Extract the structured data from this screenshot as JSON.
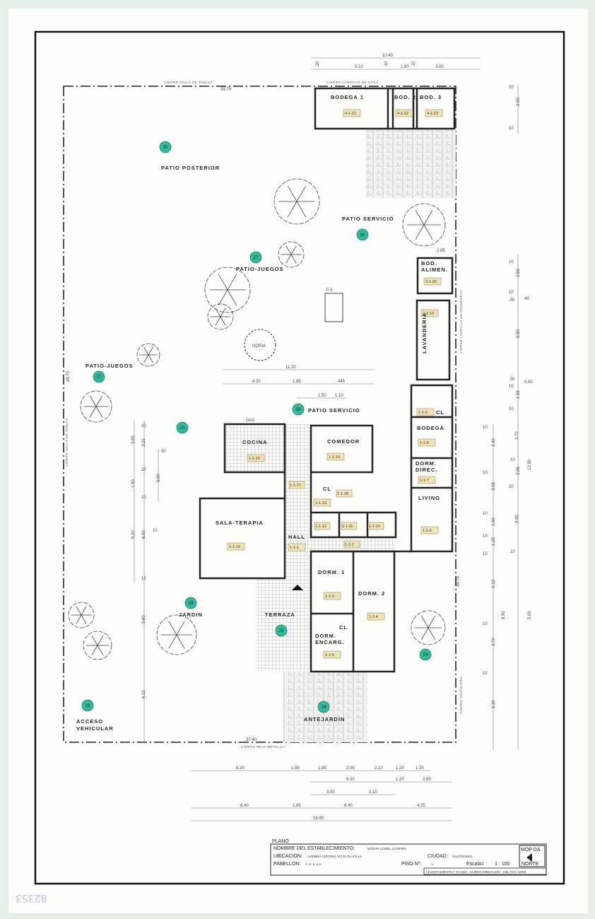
{
  "areas": {
    "patio_posterior": "PATIO POSTERIOR",
    "patio_servicio_top": "PATIO SERVICIO",
    "patio_juegos_1": "PATIO-JUEGOS",
    "patio_juegos_2": "PATIO-JUEGOS",
    "patio_servicio_mid": "PATIO SERVICIO",
    "jardin": "JARDIN",
    "terraza": "TERRAZA",
    "acceso_vehicular_1": "ACCESO",
    "acceso_vehicular_2": "VEHICULAR",
    "antejardin": "ANTEJARDIN",
    "noria": "NORIA",
    "fs": "F.S",
    "gas": "GAS"
  },
  "rooms": [
    {
      "name": "BODEGA   1",
      "code": "4-1-21"
    },
    {
      "name": "BOD. 2",
      "code": "4-1-22"
    },
    {
      "name": "BOD. 3",
      "code": "4-1-23"
    },
    {
      "name": "BOD.",
      "name2": "ALIMEN.",
      "code": "3-1-20"
    },
    {
      "name": "LAVANDERIA",
      "code": "2-1-19"
    },
    {
      "name": "BODEGA",
      "code": "1-1-8"
    },
    {
      "name": "DORM.",
      "name2": "DIREC.",
      "code": "1-1-7"
    },
    {
      "name": "LIVING",
      "code": "1-1-6"
    },
    {
      "name": "COCINA",
      "code": "1-1-15"
    },
    {
      "name": "COMEDOR",
      "code": "1-1-14"
    },
    {
      "name": "SALA-TERAPIA",
      "code": "1-1-16"
    },
    {
      "name": "HALL",
      "code": "1-1-1"
    },
    {
      "name": "DORM. 1",
      "code": "1-1-3"
    },
    {
      "name": "DORM. 2",
      "code": "1-1-4"
    },
    {
      "name": "DORM.",
      "name2": "ENCARG.",
      "code": "1-1-5"
    },
    {
      "name": "CL",
      "code": "1-1-13"
    },
    {
      "name": "CL",
      "code": "1-1-9"
    },
    {
      "name": "CL",
      "code": ""
    }
  ],
  "other_codes": [
    "1-1-17",
    "1-1-12",
    "1-1-11",
    "1-1-10",
    "1-1-2",
    "1-1-18"
  ],
  "markers": [
    "30",
    "28",
    "27",
    "27",
    "23",
    "28",
    "29",
    "25",
    "24",
    "26",
    "24"
  ],
  "marker_color": "#35b899",
  "tag_color": "#f1e3b8",
  "walls": [
    "CIERRO VALLA DE TABLAS",
    "CIERRO LADRILLO DE SOGA",
    "CIERRO VALLA DE TABLAS",
    "CIERRO REJA METALICA",
    "CIERRE LADRILLO DE PANDERETA",
    "CIERRO PASTELERO"
  ],
  "dims": [
    "10.40",
    ".20",
    "5.10",
    ".10",
    "1.80",
    ".10",
    "3.00",
    "20",
    "2.90",
    "10",
    "39.70",
    "2.85",
    "10",
    "2.65",
    "10",
    ".05",
    "40",
    "5.50",
    ".05",
    "0.50",
    "10",
    "1.55",
    "10",
    "12.80",
    "3.70",
    "10",
    "2.05",
    "20",
    "4.90",
    "10",
    "8.90",
    "5.00",
    "10",
    "3.40",
    "10",
    "3.05",
    "10",
    "1.60",
    "10",
    "1.25",
    "10",
    "5.10",
    "10",
    "3.70",
    "10",
    "5.30",
    "3.65",
    "20",
    "3.25",
    "30",
    "20",
    "1.90",
    "10",
    "5.90",
    "6.20",
    "6.00",
    "10",
    "10",
    "5.60",
    "6.15",
    "11.20",
    "4.30",
    "1.85",
    "445",
    "1.50",
    "1.10",
    "6.20",
    "1.85",
    "1.85",
    "2.05",
    "2.10",
    "1.20",
    "1.35",
    "6.30",
    "1.20",
    "2.85",
    "3.00",
    "3.10",
    "6.40",
    "1.85",
    "6.40",
    "4.25",
    "18.90",
    "37.40",
    "49.70",
    "49.70"
  ],
  "title_block": {
    "title": "PLANO",
    "nombre_label": "NOMBRE DEL ESTABLECIMIENTO:",
    "nombre_value": "HOGAR LIONEL COOPER",
    "ubicacion_label": "UBICACION:",
    "ubicacion_value": "AVENIDA CENTRAL Nº176     PLACILLA",
    "ciudad_label": "CIUDAD:",
    "ciudad_value": "VALPARAISO",
    "pabellon_label": "PABELLON:",
    "pabellon_value": "1- 2- 3- y 4-",
    "piso_label": "PISO Nº:",
    "piso_value": "1-",
    "escala_label": "Escala=",
    "escala_value": "1 : 100",
    "org": "MOP DA",
    "norte": "NORTE",
    "footer": "LEVANTAMIENTO Y PLANO - CLIDES DIRECCION - CBL TEC/ 10/96"
  },
  "stamp": "82353"
}
